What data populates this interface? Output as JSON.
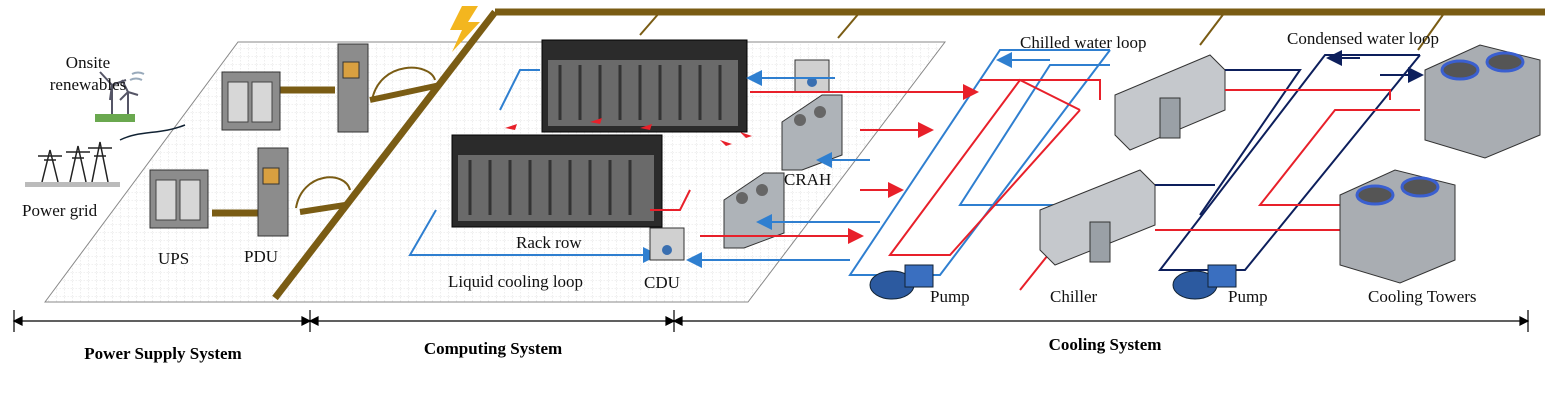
{
  "labels": {
    "onsite_renewables_line1": "Onsite",
    "onsite_renewables_line2": "renewables",
    "power_grid": "Power grid",
    "ups": "UPS",
    "pdu": "PDU",
    "rack_row": "Rack row",
    "liquid_cooling_loop": "Liquid cooling loop",
    "cdu": "CDU",
    "crah": "CRAH",
    "chilled_water_loop": "Chilled water loop",
    "condensed_water_loop": "Condensed water loop",
    "pump_1": "Pump",
    "chiller": "Chiller",
    "pump_2": "Pump",
    "cooling_towers": "Cooling Towers"
  },
  "sections": {
    "power": "Power Supply System",
    "computing": "Computing System",
    "cooling": "Cooling System"
  },
  "colors": {
    "power_line": "#7a5c14",
    "hot_pipe": "#e8202a",
    "cool_pipe": "#2f7fd0",
    "condenser_pipe": "#0d1f5c",
    "lightning": "#f3b61f",
    "floor_grid": "#bdbdbd"
  },
  "icons": [
    "lightning-icon",
    "wind-turbine-icon",
    "transmission-tower-icon",
    "ups-cabinet-icon",
    "pdu-cabinet-icon",
    "server-rack-icon",
    "cdu-unit-icon",
    "crah-unit-icon",
    "chiller-icon",
    "pump-icon",
    "cooling-tower-icon"
  ]
}
